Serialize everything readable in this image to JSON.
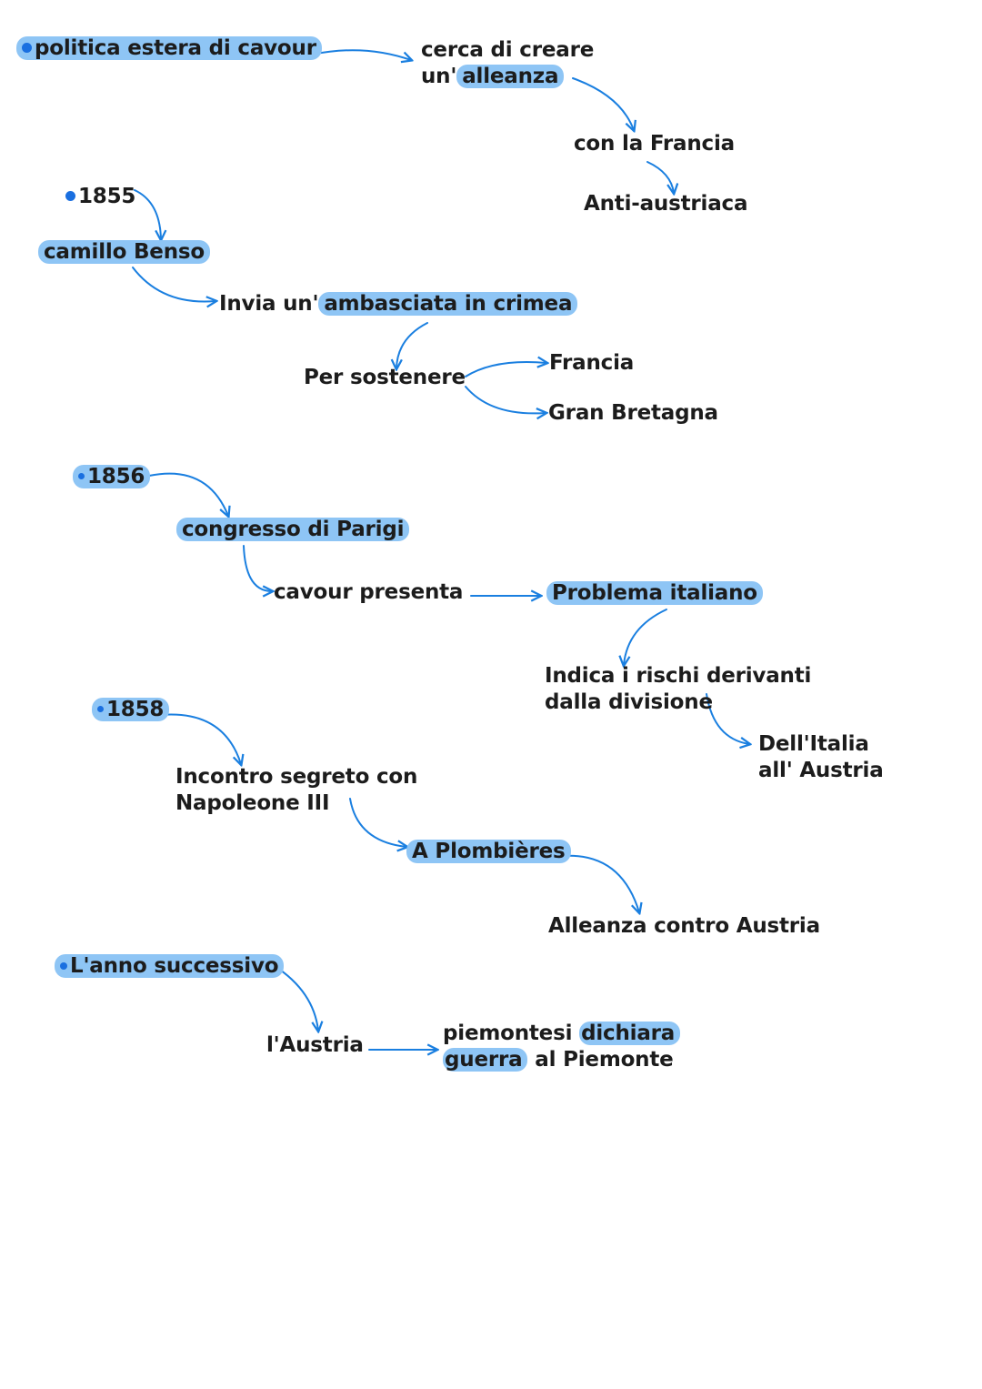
{
  "colors": {
    "text": "#1c1c1c",
    "highlight": "#8ec5f5",
    "arrow": "#1a7fe0",
    "dot": "#1a6fe0"
  },
  "nodes": {
    "politica": "politica estera di cavour",
    "cerca_1": "cerca di creare",
    "cerca_2a": "un'",
    "cerca_2b": "alleanza",
    "francia_con": "con la Francia",
    "anti": "Anti-austriaca",
    "y1855": "1855",
    "camillo": "camillo Benso",
    "invia_a": "Invia un'",
    "invia_b": "ambasciata in crimea",
    "sostenere": "Per sostenere",
    "francia": "Francia",
    "gran_bretagna": "Gran Bretagna",
    "y1856": "1856",
    "congresso": "congresso di Parigi",
    "cavour_presenta": "cavour presenta",
    "problema": "Problema italiano",
    "indica_1": "Indica i rischi derivanti",
    "indica_2": "dalla divisione",
    "italia_1": "Dell'Italia",
    "italia_2": "all' Austria",
    "y1858": "1858",
    "incontro_1": "Incontro segreto con",
    "incontro_2": "Napoleone III",
    "plombieres": "A Plombières",
    "alleanza": "Alleanza contro Austria",
    "anno": "L'anno successivo",
    "austria": "l'Austria",
    "piem_1a": "piemontesi",
    "piem_1b": "dichiara",
    "piem_2a": "guerra",
    "piem_2b": "al Piemonte"
  }
}
